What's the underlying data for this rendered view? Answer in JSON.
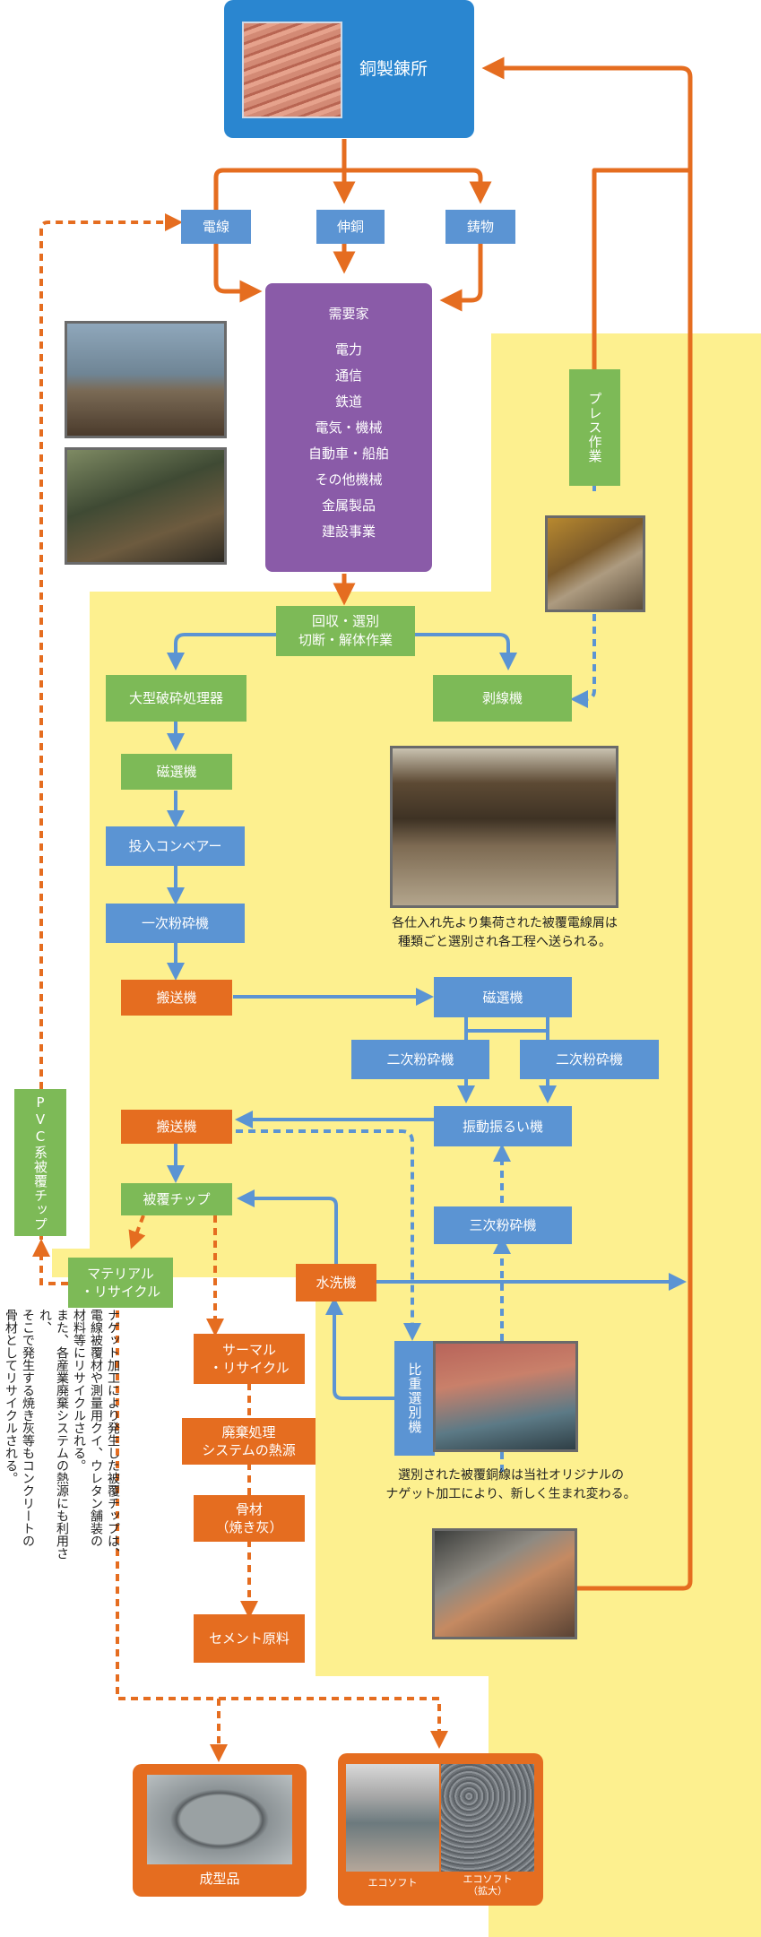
{
  "top": {
    "title": "銅製錬所"
  },
  "products": {
    "wire": "電線",
    "rolled": "伸銅",
    "casting": "鋳物"
  },
  "demand": {
    "title": "需要家",
    "items": [
      "電力",
      "通信",
      "鉄道",
      "電気・機械",
      "自動車・船舶",
      "その他機械",
      "金属製品",
      "建設事業"
    ]
  },
  "collect": {
    "line1": "回収・選別",
    "line2": "切断・解体作業"
  },
  "press": "プレス作業",
  "nodes": {
    "large_crusher": "大型破砕処理器",
    "stripper": "剥線機",
    "magnet1": "磁選機",
    "conveyor": "投入コンベアー",
    "primary": "一次粉砕機",
    "transport1": "搬送機",
    "magnet2": "磁選機",
    "secondary_a": "二次粉砕機",
    "secondary_b": "二次粉砕機",
    "vibrating": "振動振るい機",
    "transport2": "搬送機",
    "chips": "被覆チップ",
    "tertiary": "三次粉砕機",
    "washer": "水洗機",
    "material_l1": "マテリアル",
    "material_l2": "・リサイクル",
    "gravity": "比重選別機",
    "pvc": "PVC系被覆チップ",
    "thermal_l1": "サーマル",
    "thermal_l2": "・リサイクル",
    "waste_l1": "廃棄処理",
    "waste_l2": "システムの熱源",
    "agg_l1": "骨材",
    "agg_l2": "（焼き灰）",
    "cement": "セメント原料"
  },
  "captions": {
    "scrap_l1": "各仕入れ先より集荷された被覆電線屑は",
    "scrap_l2": "種類ごと選別され各工程へ送られる。",
    "nugget_l1": "選別された被覆銅線は当社オリジナルの",
    "nugget_l2": "ナゲット加工により、新しく生まれ変わる。"
  },
  "side_note": "ナゲット加工により発生した被覆チップは、\n電線被覆材や測量用クイ、ウレタン舗装の\n材料等にリサイクルされる。\nまた、各産業廃棄システムの熱源にも利用され、\nそこで発生する焼き灰等もコンクリートの\n骨材としてリサイクルされる。",
  "bottom": {
    "molded": "成型品",
    "ecosoft": "エコソフト",
    "ecosoft_zoom_l1": "エコソフト",
    "ecosoft_zoom_l2": "（拡大）"
  },
  "colors": {
    "process_blue": "#5b94d3",
    "process_green": "#7dba57",
    "process_orange": "#e56d20",
    "demand_purple": "#8a5ba8",
    "smelter_blue": "#2a86d0",
    "area_yellow": "#fdf08f"
  }
}
